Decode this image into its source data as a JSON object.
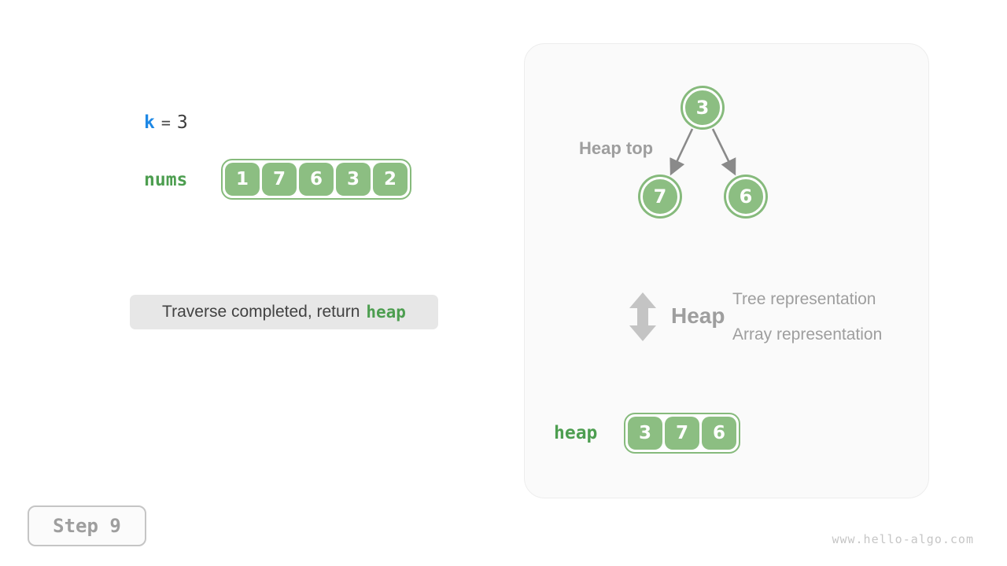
{
  "colors": {
    "green_fill": "#8CBE82",
    "green_border": "#86BA7C",
    "green_text": "#4D9E50",
    "blue_accent": "#1E88E5",
    "dark_text": "#3C3C3C",
    "gray_label": "#9E9E9E",
    "edge_arrow_gray": "#8A8A8A",
    "legend_icon_gray": "#C4C4C4",
    "caption_bg": "#E7E7E7",
    "panel_bg": "#FAFAFA",
    "watermark_gray": "#C6C6C6"
  },
  "variables": {
    "k_label": "k",
    "equals_sign": "=",
    "k_value": "3",
    "nums_label": "nums",
    "nums_values": [
      "1",
      "7",
      "6",
      "3",
      "2"
    ]
  },
  "caption": {
    "text": "Traverse completed, return",
    "code": "heap"
  },
  "panel": {
    "heap_top_label": "Heap top",
    "tree_nodes": {
      "root": "3",
      "left_child": "7",
      "right_child": "6"
    },
    "legend": {
      "icon": "up-down-arrow-icon",
      "title": "Heap",
      "line1": "Tree representation",
      "line2": "Array representation"
    },
    "heap_array": {
      "label": "heap",
      "values": [
        "3",
        "7",
        "6"
      ]
    }
  },
  "footer": {
    "step_label": "Step 9",
    "watermark": "www.hello-algo.com"
  }
}
